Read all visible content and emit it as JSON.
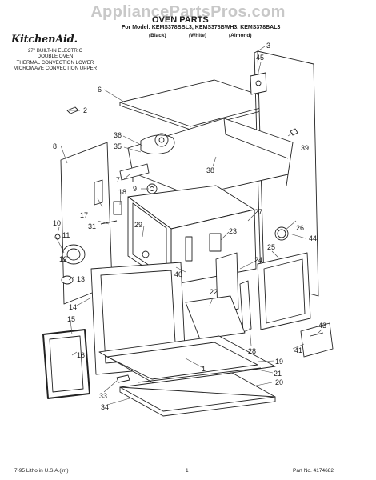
{
  "watermark": "AppliancePartsPros.com",
  "title": "OVEN PARTS",
  "models_line": "For Model: KEMS378BBL3, KEMS378BWH3, KEMS378BAL3",
  "colors": [
    "(Black)",
    "(White)",
    "(Almond)"
  ],
  "brand": "KitchenAid.",
  "description": [
    "27\" BUILT-IN ELECTRIC",
    "DOUBLE OVEN",
    "THERMAL CONVECTION LOWER",
    "MICROWAVE CONVECTION UPPER"
  ],
  "footer": {
    "left": "7-95  Litho in U.S.A.(jm)",
    "center": "1",
    "right": "Part No. 4174682"
  },
  "callouts": [
    "1",
    "2",
    "3",
    "6",
    "7",
    "8",
    "9",
    "10",
    "11",
    "12",
    "13",
    "14",
    "15",
    "16",
    "17",
    "18",
    "19",
    "20",
    "21",
    "22",
    "23",
    "24",
    "25",
    "26",
    "27",
    "28",
    "29",
    "31",
    "33",
    "34",
    "35",
    "36",
    "38",
    "39",
    "40",
    "41",
    "43",
    "44",
    "45"
  ]
}
